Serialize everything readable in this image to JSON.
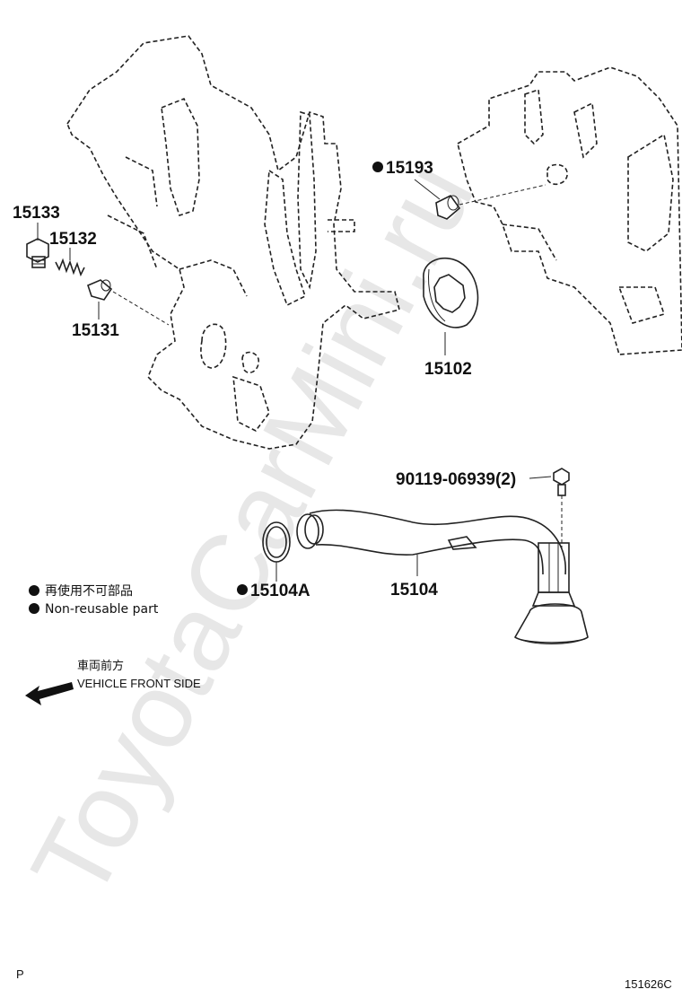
{
  "watermark": "ToyotaCarMini.ru",
  "labels": {
    "p15133": "15133",
    "p15132": "15132",
    "p15131": "15131",
    "p15193": "15193",
    "p15102": "15102",
    "p90119": "90119-06939(2)",
    "p15104a": "15104A",
    "p15104": "15104"
  },
  "legend": {
    "jp": "再使用不可部品",
    "en": "Non-reusable part"
  },
  "direction": {
    "jp": "車両前方",
    "en": "VEHICLE FRONT SIDE"
  },
  "footer": {
    "left": "P",
    "right": "151626C"
  },
  "colors": {
    "line": "#222222",
    "watermark": "#e7e7e7"
  }
}
